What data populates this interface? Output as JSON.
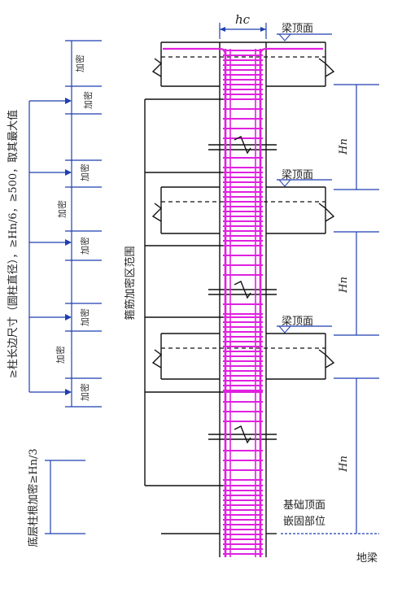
{
  "labels": {
    "column_width": "hc",
    "beam_top": "梁顶面",
    "clear_height": "Hn",
    "confine_zone": "加密",
    "rule_text": "≥柱长边尺寸（圆柱直径），≥Hn/6，≥500，取其最大值",
    "stirrup_zone_range": "箍筋加密区范围",
    "bottom_rule": "底层柱根加密≥Hn/3",
    "foundation_top": "基础顶面",
    "embed_part": "嵌固部位",
    "bottom_cut": "地梁"
  },
  "colors": {
    "rebar": "#e020e0",
    "dimension_line": "#1e3fb0",
    "concrete_outline": "#111111"
  }
}
